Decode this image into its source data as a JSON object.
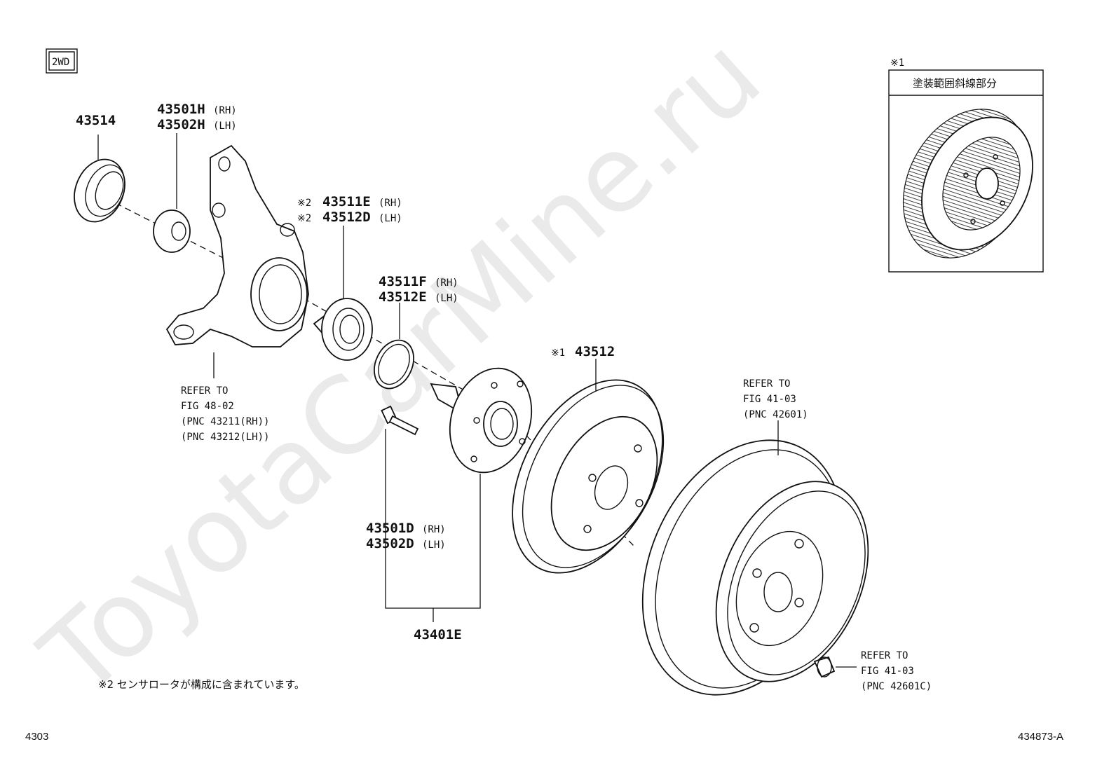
{
  "badge": "2WD",
  "watermark": "ToyotaCarMine.ru",
  "inset": {
    "mark": "※1",
    "caption": "塗装範囲斜線部分"
  },
  "parts": {
    "oil_seal": "43514",
    "knuckle_rh": "43501H",
    "knuckle_lh": "43502H",
    "bearing_rh": "43511E",
    "bearing_lh": "43512D",
    "snap_rh": "43511F",
    "snap_lh": "43512E",
    "rotor": "43512",
    "hub_bolt_rh": "43501D",
    "hub_bolt_lh": "43502D",
    "hub_assy": "43401E"
  },
  "side": {
    "rh": "(RH)",
    "lh": "(LH)"
  },
  "marks": {
    "mark1": "※1",
    "mark2": "※2"
  },
  "refs": {
    "knuckle": [
      "REFER TO",
      "FIG 48-02",
      "(PNC 43211(RH))",
      "(PNC 43212(LH))"
    ],
    "wheel": [
      "REFER TO",
      "FIG 41-03",
      "(PNC 42601)"
    ],
    "nut": [
      "REFER TO",
      "FIG 41-03",
      "(PNC 42601C)"
    ]
  },
  "note2": "※2 センサロータが構成に含まれています。",
  "footer": {
    "left": "4303",
    "right": "434873-A"
  }
}
